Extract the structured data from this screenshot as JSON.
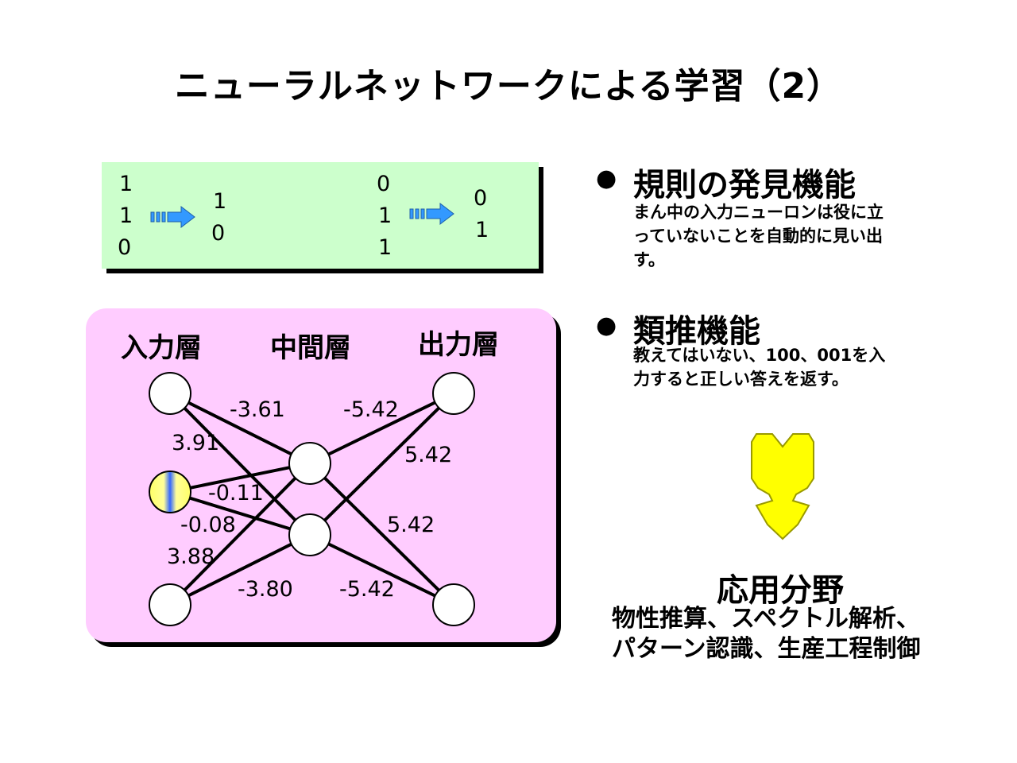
{
  "title": "ニューラルネットワークによる学習（2）",
  "example": {
    "input1": [
      "1",
      "1",
      "0"
    ],
    "output1": [
      "1",
      "0"
    ],
    "input2": [
      "0",
      "1",
      "1"
    ],
    "output2": [
      "0",
      "1"
    ]
  },
  "network": {
    "layers": {
      "input": "入力層",
      "hidden": "中間層",
      "output": "出力層"
    },
    "weights": {
      "w_i1_h2": "-3.61",
      "w_i1_h1": "3.91",
      "w_i2_h1": "-0.11",
      "w_i2_h2": "-0.08",
      "w_i3_h1": "3.88",
      "w_i3_h2": "-3.80",
      "w_o1_h1": "-5.42",
      "w_o1_h2": "5.42",
      "w_o2_h1": "5.42",
      "w_o2_h2": "-5.42"
    }
  },
  "features": [
    {
      "heading": "規則の発見機能",
      "text": "まん中の入力ニューロンは役に立っていないことを自動的に見い出す。"
    },
    {
      "heading": "類推機能",
      "text": "教えてはいない、100、001を入力すると正しい答えを返す。"
    }
  ],
  "applications": {
    "heading": "応用分野",
    "line1": "物性推算、スペクトル解析、",
    "line2": "パターン認識、生産工程制御"
  },
  "colors": {
    "example_bg": "#ccffcc",
    "network_bg": "#ffccff",
    "arrow_fill": "#ffff00",
    "small_arrow": "#3399ff"
  }
}
